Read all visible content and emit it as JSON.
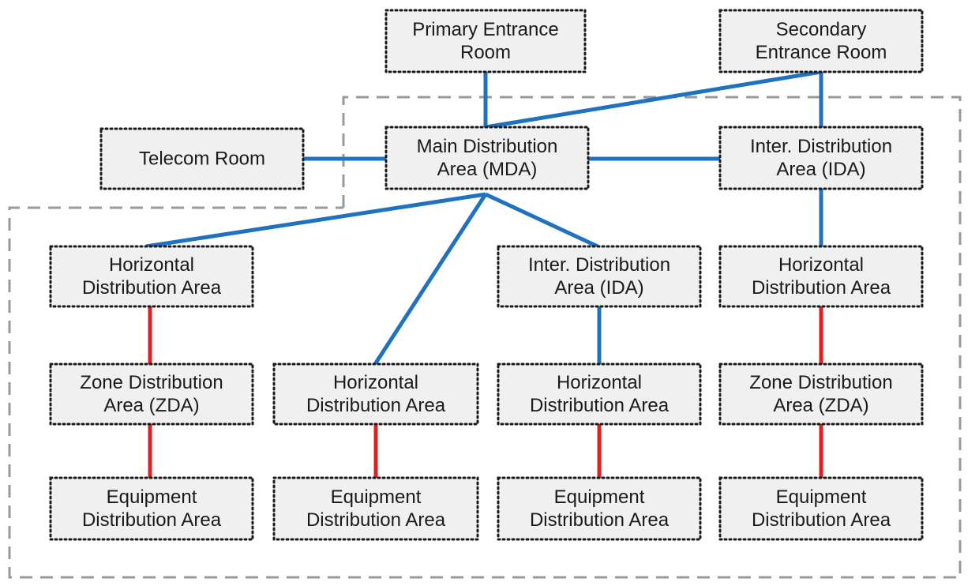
{
  "colors": {
    "background": "#ffffff",
    "box_fill": "#f0f0f0",
    "box_border": "#1a1a1a",
    "blue_link": "#1f72c0",
    "red_link": "#e02020",
    "boundary": "#999999"
  },
  "nodes": {
    "primary_entrance": {
      "lines": [
        "Primary Entrance",
        "Room"
      ]
    },
    "secondary_entrance": {
      "lines": [
        "Secondary",
        "Entrance Room"
      ]
    },
    "telecom_room": {
      "lines": [
        "Telecom Room"
      ]
    },
    "main_distribution": {
      "lines": [
        "Main Distribution",
        "Area (MDA)"
      ]
    },
    "inter_distribution_top": {
      "lines": [
        "Inter. Distribution",
        "Area (IDA)"
      ]
    },
    "horizontal_1": {
      "lines": [
        "Horizontal",
        "Distribution Area"
      ]
    },
    "inter_distribution_mid": {
      "lines": [
        "Inter. Distribution",
        "Area (IDA)"
      ]
    },
    "horizontal_4": {
      "lines": [
        "Horizontal",
        "Distribution Area"
      ]
    },
    "zone_1": {
      "lines": [
        "Zone Distribution",
        "Area (ZDA)"
      ]
    },
    "horizontal_2": {
      "lines": [
        "Horizontal",
        "Distribution Area"
      ]
    },
    "horizontal_3": {
      "lines": [
        "Horizontal",
        "Distribution Area"
      ]
    },
    "zone_4": {
      "lines": [
        "Zone Distribution",
        "Area (ZDA)"
      ]
    },
    "equipment_1": {
      "lines": [
        "Equipment",
        "Distribution Area"
      ]
    },
    "equipment_2": {
      "lines": [
        "Equipment",
        "Distribution Area"
      ]
    },
    "equipment_3": {
      "lines": [
        "Equipment",
        "Distribution Area"
      ]
    },
    "equipment_4": {
      "lines": [
        "Equipment",
        "Distribution Area"
      ]
    }
  },
  "links": [
    {
      "from": "primary_entrance",
      "to": "main_distribution",
      "kind": "backbone"
    },
    {
      "from": "secondary_entrance",
      "to": "main_distribution",
      "kind": "backbone"
    },
    {
      "from": "secondary_entrance",
      "to": "inter_distribution_top",
      "kind": "backbone"
    },
    {
      "from": "telecom_room",
      "to": "main_distribution",
      "kind": "backbone"
    },
    {
      "from": "main_distribution",
      "to": "inter_distribution_top",
      "kind": "backbone"
    },
    {
      "from": "main_distribution",
      "to": "horizontal_1",
      "kind": "backbone"
    },
    {
      "from": "main_distribution",
      "to": "horizontal_2",
      "kind": "backbone"
    },
    {
      "from": "main_distribution",
      "to": "inter_distribution_mid",
      "kind": "backbone"
    },
    {
      "from": "inter_distribution_top",
      "to": "horizontal_4",
      "kind": "backbone"
    },
    {
      "from": "inter_distribution_mid",
      "to": "horizontal_3",
      "kind": "backbone"
    },
    {
      "from": "horizontal_1",
      "to": "zone_1",
      "kind": "horizontal"
    },
    {
      "from": "zone_1",
      "to": "equipment_1",
      "kind": "horizontal"
    },
    {
      "from": "horizontal_2",
      "to": "equipment_2",
      "kind": "horizontal"
    },
    {
      "from": "horizontal_3",
      "to": "equipment_3",
      "kind": "horizontal"
    },
    {
      "from": "horizontal_4",
      "to": "zone_4",
      "kind": "horizontal"
    },
    {
      "from": "zone_4",
      "to": "equipment_4",
      "kind": "horizontal"
    }
  ]
}
